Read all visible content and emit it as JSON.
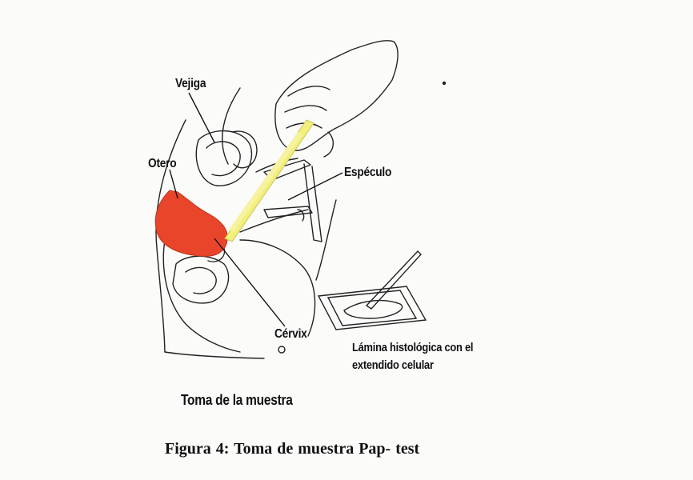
{
  "diagram": {
    "labels": {
      "vejiga": "Vejiga",
      "otero": "Otero",
      "especulo": "Espéculo",
      "cervix": "Cérvix",
      "lamina_line1": "Lámina histológica con el",
      "lamina_line2": "extendido celular"
    },
    "subcaption": "Toma de la muestra",
    "colors": {
      "uterus": "#e8452a",
      "swab": "#f2ef7a",
      "ink": "#1a1a1a"
    }
  },
  "caption": "Figura  4: Toma de muestra Pap- test"
}
